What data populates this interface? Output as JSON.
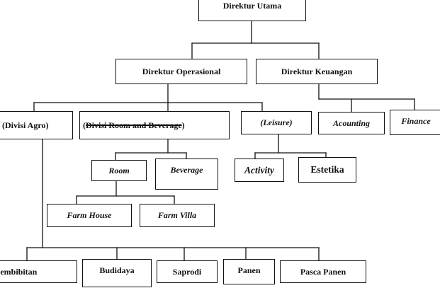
{
  "org_chart": {
    "direktur_utama": "Direktur Utama",
    "direktur_operasional": "Direktur Operasional",
    "direktur_keuangan": "Direktur Keuangan",
    "divisi_agro": "(Divisi Agro)",
    "divisi_room_beverage": {
      "prefix": "(",
      "struck": "Divisi Room and Beverage",
      "suffix": ")"
    },
    "leisure": "(Leisure)",
    "acounting": "Acounting",
    "finance": "Finance",
    "room": "Room",
    "beverage": "Beverage",
    "activity": "Activity",
    "estetika": "Estetika",
    "farm_house": "Farm House",
    "farm_villa": "Farm Villa",
    "agro_units": [
      "Pembibitan",
      "Budidaya",
      "Saprodi",
      "Panen",
      "Pasca Panen"
    ]
  }
}
